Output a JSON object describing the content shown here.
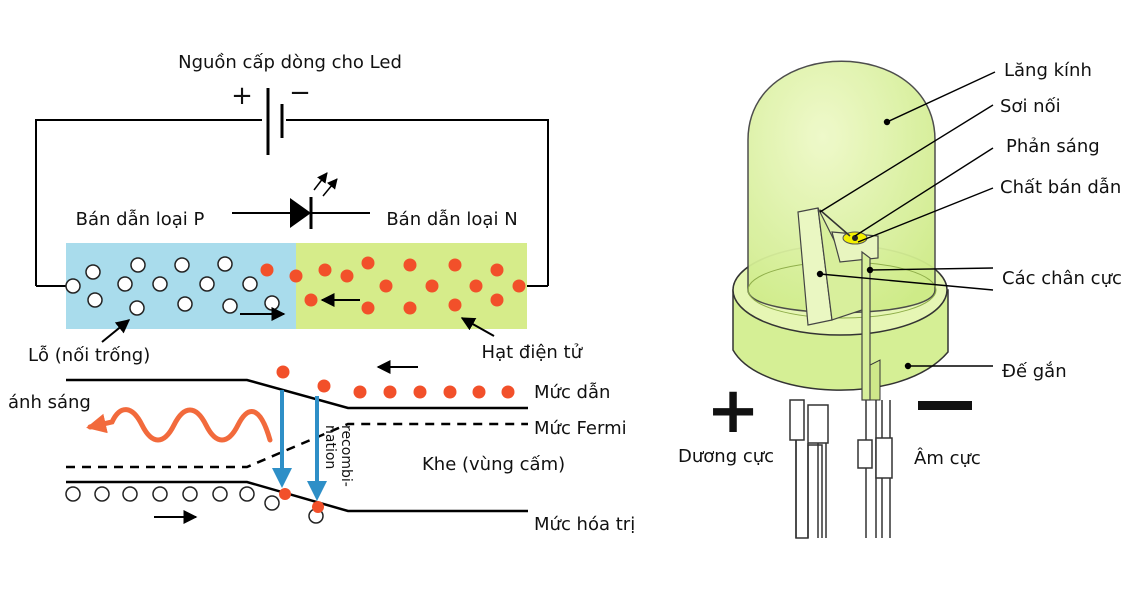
{
  "circuit": {
    "source_label": "Nguồn cấp dòng cho Led",
    "plus": "+",
    "minus": "−",
    "p_label": "Bán dẫn loại P",
    "n_label": "Bán dẫn loại N",
    "hole_label": "Lỗ (nối trống)",
    "electron_label": "Hạt điện tử",
    "p_color": "#a9dcec",
    "n_color": "#d6ec8a",
    "electron_color": "#f2502a"
  },
  "bands": {
    "light_label": "ánh sáng",
    "conduction_label": "Mức dẫn",
    "fermi_label": "Mức Fermi",
    "gap_label": "Khe (vùng cấm)",
    "valence_label": "Mức hóa trị",
    "recombination_label_1": "recombi-",
    "recombination_label_2": "nation",
    "arrow_color": "#2e8fc7",
    "light_color": "#f26a3c"
  },
  "led": {
    "lens_label": "Lăng kính",
    "wire_label": "Sơi nối",
    "reflector_label": "Phản sáng",
    "semiconductor_label": "Chất bán dẫn",
    "leads_label": "Các chân cực",
    "base_label": "Đế gắn",
    "anode_label": "Dương cực",
    "cathode_label": "Âm cực",
    "plus_sign": "+",
    "body_color": "#dff4a8",
    "plus_color": "#cc2020"
  }
}
